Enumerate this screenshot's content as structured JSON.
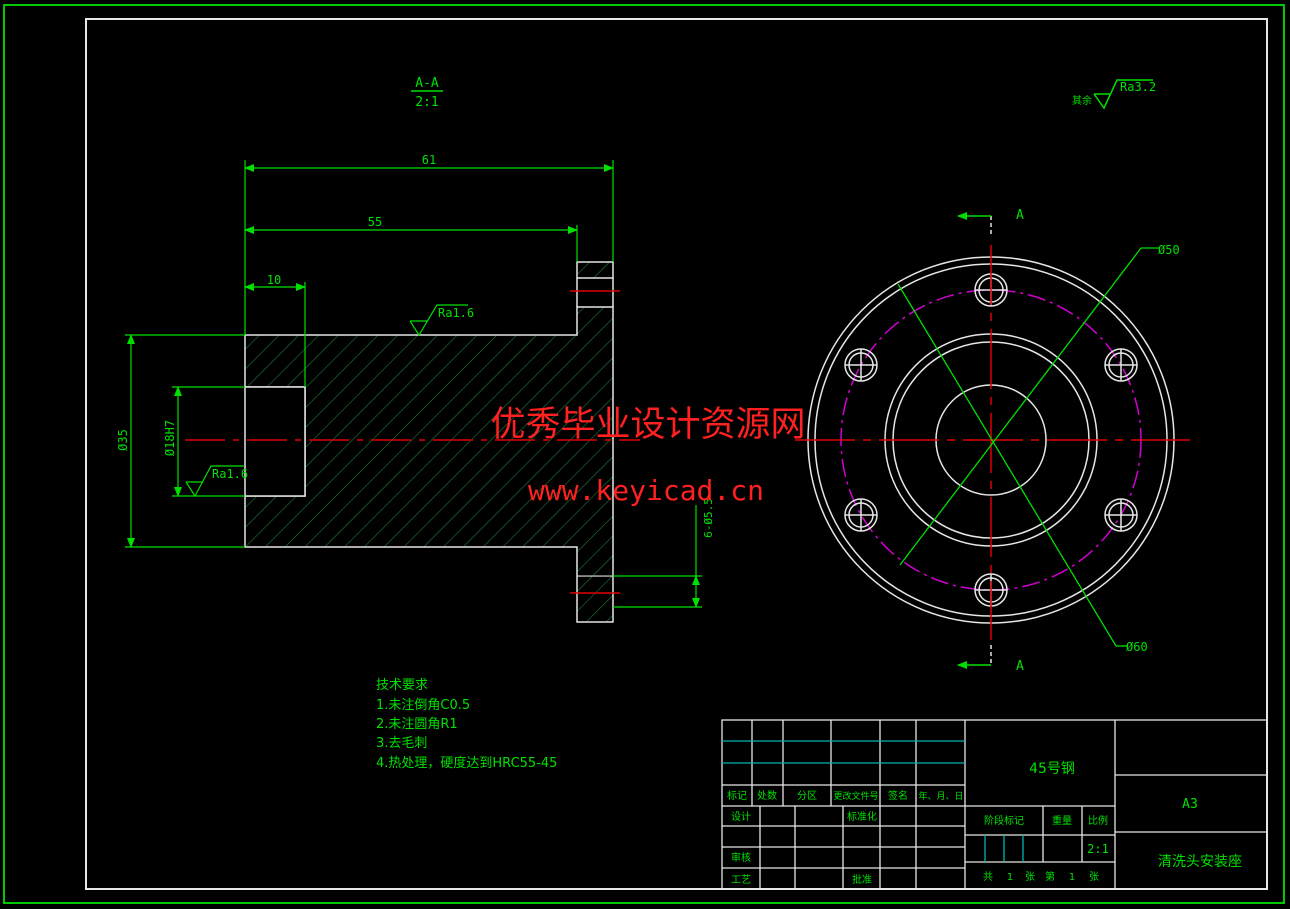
{
  "section": {
    "label": "A-A",
    "scale": "2:1"
  },
  "roughness_general": {
    "prefix": "其余",
    "value": "Ra3.2"
  },
  "dimensions": {
    "d61": "61",
    "d55": "55",
    "d10": "10",
    "d35": "Ø35",
    "d18": "Ø18H7",
    "holes": "6-Ø5.5",
    "d50": "Ø50",
    "d60": "Ø60"
  },
  "roughness": {
    "top": "Ra1.6",
    "bore": "Ra1.6"
  },
  "section_marks": {
    "top": "A",
    "bottom": "A"
  },
  "watermark": {
    "title": "优秀毕业设计资源网",
    "url": "www.keyicad.cn"
  },
  "tech_req": {
    "title": "技术要求",
    "items": [
      "1.未注倒角C0.5",
      "2.未注圆角R1",
      "3.去毛刺",
      "4.热处理，硬度达到HRC55-45"
    ]
  },
  "title_block": {
    "material": "45号钢",
    "size": "A3",
    "part_name": "清洗头安装座",
    "headers": [
      "标记",
      "处数",
      "分区",
      "更改文件号",
      "签名",
      "年、月、日"
    ],
    "design": "设计",
    "standard": "标准化",
    "review": "审核",
    "process": "工艺",
    "approve": "批准",
    "stage": "阶段标记",
    "weight": "重量",
    "ratio": "比例",
    "scale_value": "2:1",
    "total": "共",
    "total_n": "1",
    "sheet": "张",
    "page": "第",
    "page_n": "1",
    "sheet2": "张"
  },
  "colors": {
    "frame": "#00c800",
    "line": "#e6e6e6",
    "center": "#e00000",
    "dim": "#00e000",
    "pcd": "#d000d0",
    "watermark": "#ff2020"
  }
}
